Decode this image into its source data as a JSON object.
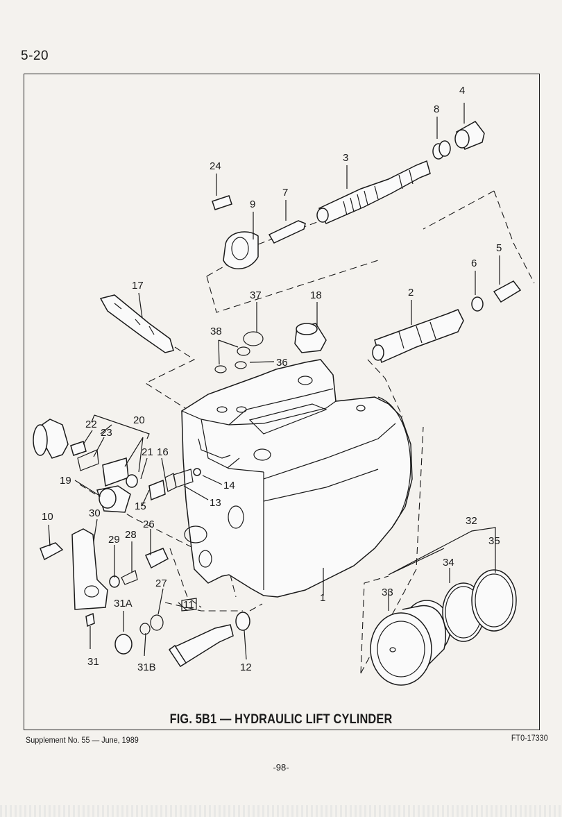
{
  "page_label": "5-20",
  "figure_title": "FIG. 5B1 — HYDRAULIC LIFT CYLINDER",
  "supplement_note": "Supplement No. 55 — June, 1989",
  "drawing_id": "FT0-17330",
  "footer_page": "-98-",
  "callouts": {
    "c1": "1",
    "c2": "2",
    "c3": "3",
    "c4": "4",
    "c5": "5",
    "c6": "6",
    "c7": "7",
    "c8": "8",
    "c9": "9",
    "c10": "10",
    "c11": "11",
    "c12": "12",
    "c13": "13",
    "c14": "14",
    "c15": "15",
    "c16": "16",
    "c17": "17",
    "c18": "18",
    "c19": "19",
    "c20": "20",
    "c21": "21",
    "c22": "22",
    "c23": "23",
    "c24": "24",
    "c26": "26",
    "c27": "27",
    "c28": "28",
    "c29": "29",
    "c30": "30",
    "c31": "31",
    "c31A": "31A",
    "c31B": "31B",
    "c32": "32",
    "c33": "33",
    "c34": "34",
    "c35": "35",
    "c36": "36",
    "c37": "37",
    "c38": "38"
  }
}
